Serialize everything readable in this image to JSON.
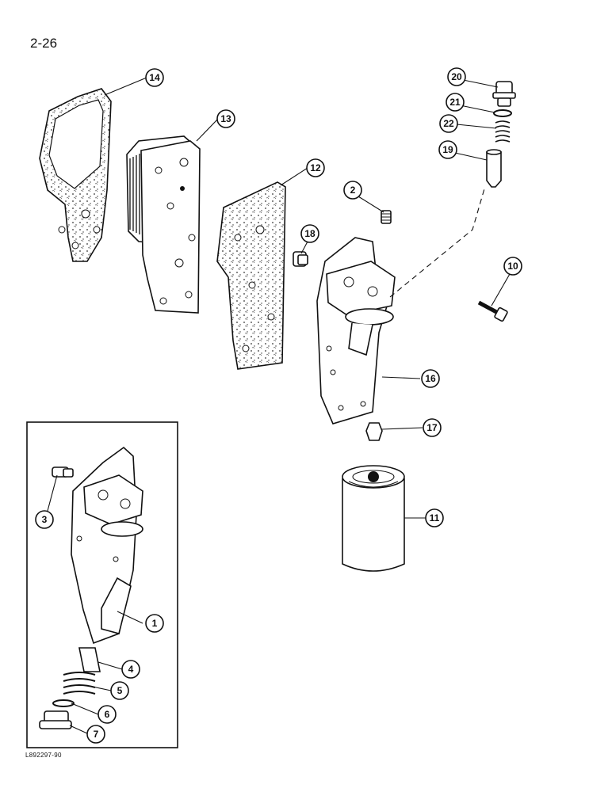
{
  "page": {
    "page_number": "2-26",
    "figure_code": "L892297-90"
  },
  "callouts": [
    {
      "label": "1"
    },
    {
      "label": "2"
    },
    {
      "label": "3"
    },
    {
      "label": "4"
    },
    {
      "label": "5"
    },
    {
      "label": "6"
    },
    {
      "label": "7"
    },
    {
      "label": "10"
    },
    {
      "label": "11"
    },
    {
      "label": "12"
    },
    {
      "label": "13"
    },
    {
      "label": "14"
    },
    {
      "label": "16"
    },
    {
      "label": "17"
    },
    {
      "label": "18"
    },
    {
      "label": "19"
    },
    {
      "label": "20"
    },
    {
      "label": "21"
    },
    {
      "label": "22"
    }
  ]
}
